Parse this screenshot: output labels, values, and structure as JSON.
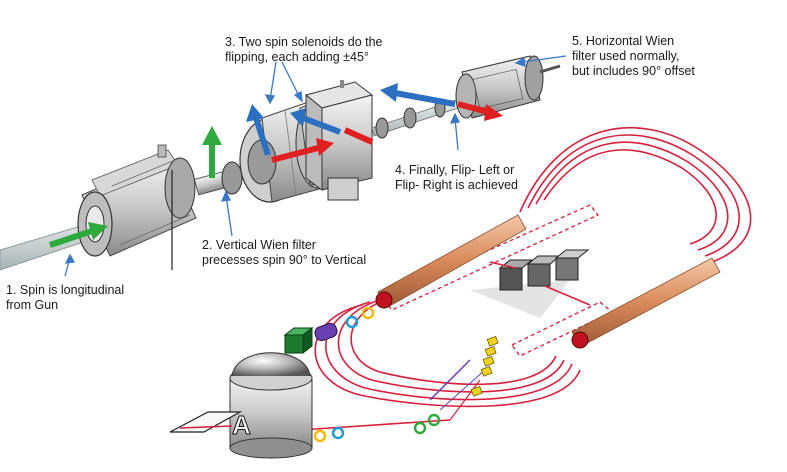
{
  "annotations": {
    "step1": {
      "line1": "1. Spin is longitudinal",
      "line2": "from Gun"
    },
    "step2": {
      "line1": "2. Vertical Wien filter",
      "line2": "precesses spin 90° to Vertical"
    },
    "step3": {
      "line1": "3. Two spin solenoids do the",
      "line2": "flipping, each adding ±45°"
    },
    "step4": {
      "line1": "4. Finally, Flip- Left or",
      "line2": "Flip- Right is achieved"
    },
    "step5": {
      "line1": "5. Horizontal Wien",
      "line2": "filter used normally,",
      "line3": "but includes 90° offset"
    }
  },
  "hall": {
    "letter": "A"
  },
  "colors": {
    "beam_pipe": "#cfd6d6",
    "spin_longitudinal": "#2eaa3c",
    "spin_vertical": "#2eaa3c",
    "spin_blue": "#2a6fc0",
    "spin_red": "#e02020",
    "recirculation": "#d8203c",
    "linac": "#d98a5a",
    "pointer": "#3a78c8"
  },
  "icons": [
    "wien-filter-icon",
    "solenoid-icon",
    "linac-icon",
    "dipole-magnet-icon",
    "hall-dome-icon"
  ]
}
